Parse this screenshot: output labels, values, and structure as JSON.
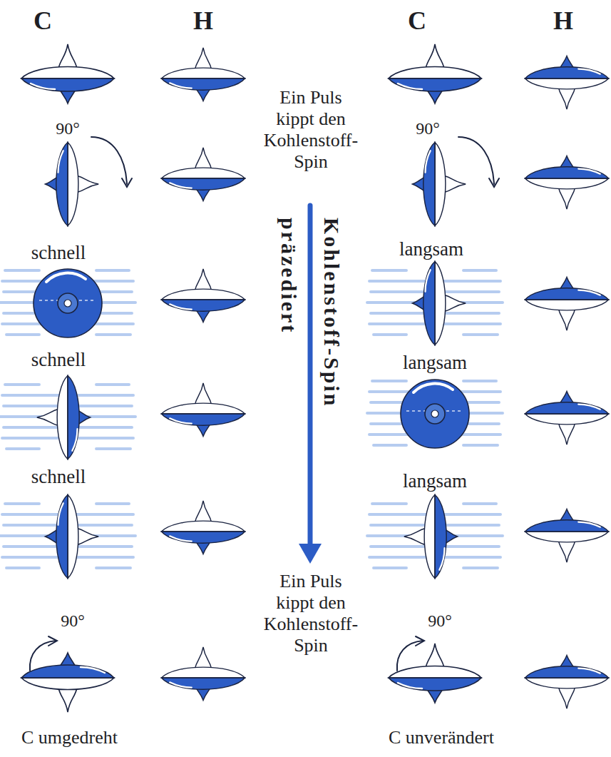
{
  "diagram": {
    "labels": [
      "C",
      "H",
      "C",
      "H",
      "Ein Puls kippt den Kohlenstoff-Spin",
      "90°",
      "90°",
      "schnell",
      "langsam",
      "Kohlenstoff-Spin präzediert",
      "schnell",
      "langsam",
      "schnell",
      "langsam",
      "Ein Puls kippt den Kohlenstoff-Spin",
      "90°",
      "90°",
      "C umgedreht",
      "C unverändert"
    ]
  }
}
